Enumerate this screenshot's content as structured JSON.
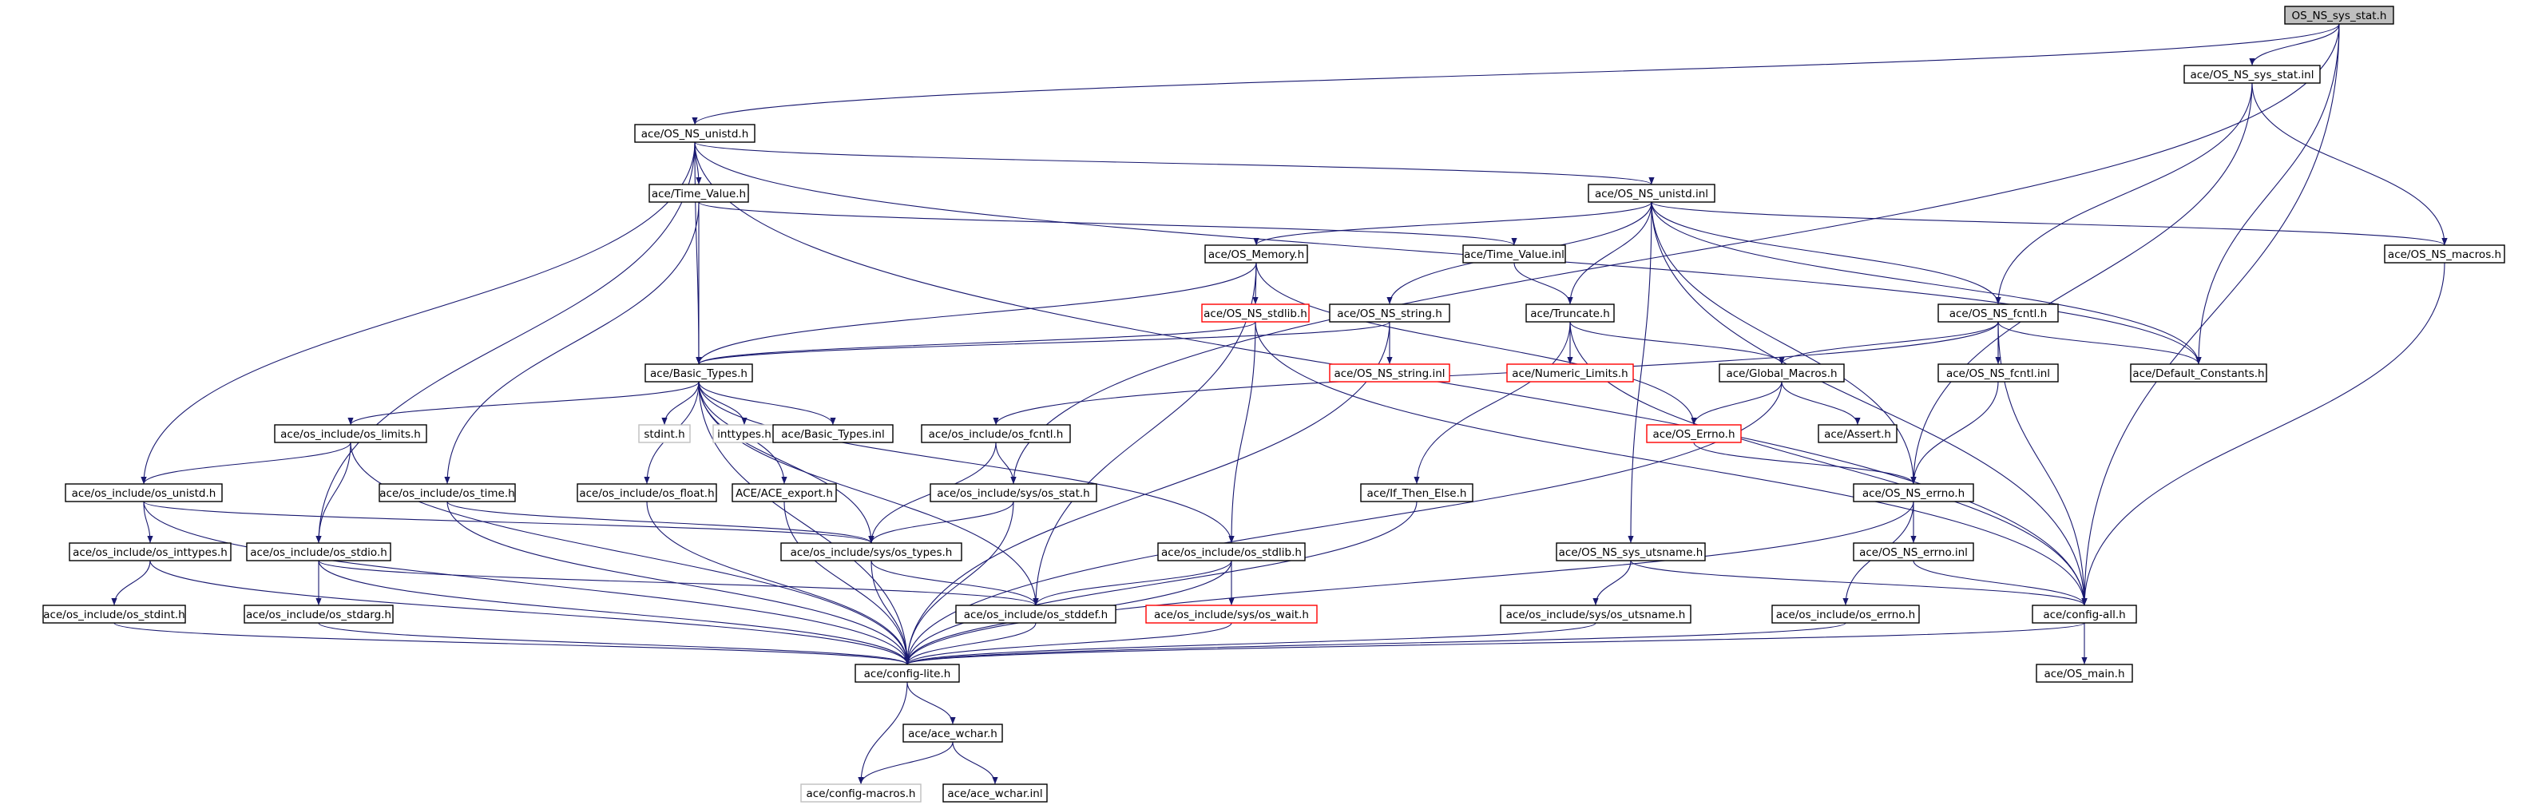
{
  "diagram": {
    "colors": {
      "edge": "#191970",
      "node_border": "#000000",
      "node_fill": "#ffffff",
      "root_fill": "#bfbfbf",
      "undocumented_border": "#ff0000",
      "external_border": "#bfbfbf",
      "text": "#000000"
    },
    "nodes": [
      {
        "id": "root",
        "label": "OS_NS_sys_stat.h",
        "kind": "root"
      },
      {
        "id": "sys_stat_inl",
        "label": "ace/OS_NS_sys_stat.inl",
        "kind": "normal"
      },
      {
        "id": "unistd_h",
        "label": "ace/OS_NS_unistd.h",
        "kind": "normal"
      },
      {
        "id": "unistd_inl",
        "label": "ace/OS_NS_unistd.inl",
        "kind": "normal"
      },
      {
        "id": "time_value_h",
        "label": "ace/Time_Value.h",
        "kind": "normal"
      },
      {
        "id": "os_memory",
        "label": "ace/OS_Memory.h",
        "kind": "normal"
      },
      {
        "id": "time_value_inl",
        "label": "ace/Time_Value.inl",
        "kind": "normal"
      },
      {
        "id": "ns_macros",
        "label": "ace/OS_NS_macros.h",
        "kind": "normal"
      },
      {
        "id": "ns_stdlib",
        "label": "ace/OS_NS_stdlib.h",
        "kind": "undocumented"
      },
      {
        "id": "ns_string",
        "label": "ace/OS_NS_string.h",
        "kind": "normal"
      },
      {
        "id": "truncate",
        "label": "ace/Truncate.h",
        "kind": "normal"
      },
      {
        "id": "ns_fcntl",
        "label": "ace/OS_NS_fcntl.h",
        "kind": "normal"
      },
      {
        "id": "basic_types",
        "label": "ace/Basic_Types.h",
        "kind": "normal"
      },
      {
        "id": "ns_string_inl",
        "label": "ace/OS_NS_string.inl",
        "kind": "undocumented"
      },
      {
        "id": "numeric_limits",
        "label": "ace/Numeric_Limits.h",
        "kind": "undocumented"
      },
      {
        "id": "global_macros",
        "label": "ace/Global_Macros.h",
        "kind": "normal"
      },
      {
        "id": "ns_fcntl_inl",
        "label": "ace/OS_NS_fcntl.inl",
        "kind": "normal"
      },
      {
        "id": "default_constants",
        "label": "ace/Default_Constants.h",
        "kind": "normal"
      },
      {
        "id": "os_limits",
        "label": "ace/os_include/os_limits.h",
        "kind": "normal"
      },
      {
        "id": "stdint",
        "label": "stdint.h",
        "kind": "external"
      },
      {
        "id": "inttypes",
        "label": "inttypes.h",
        "kind": "external"
      },
      {
        "id": "basic_types_inl",
        "label": "ace/Basic_Types.inl",
        "kind": "normal"
      },
      {
        "id": "os_fcntl",
        "label": "ace/os_include/os_fcntl.h",
        "kind": "normal"
      },
      {
        "id": "os_errno_h",
        "label": "ace/OS_Errno.h",
        "kind": "undocumented"
      },
      {
        "id": "assert_h",
        "label": "ace/Assert.h",
        "kind": "normal"
      },
      {
        "id": "os_unistd",
        "label": "ace/os_include/os_unistd.h",
        "kind": "normal"
      },
      {
        "id": "os_time",
        "label": "ace/os_include/os_time.h",
        "kind": "normal"
      },
      {
        "id": "os_float",
        "label": "ace/os_include/os_float.h",
        "kind": "normal"
      },
      {
        "id": "ace_export",
        "label": "ACE/ACE_export.h",
        "kind": "normal"
      },
      {
        "id": "sys_os_stat",
        "label": "ace/os_include/sys/os_stat.h",
        "kind": "normal"
      },
      {
        "id": "if_then_else",
        "label": "ace/If_Then_Else.h",
        "kind": "normal"
      },
      {
        "id": "ns_errno_h",
        "label": "ace/OS_NS_errno.h",
        "kind": "normal"
      },
      {
        "id": "os_inttypes",
        "label": "ace/os_include/os_inttypes.h",
        "kind": "normal"
      },
      {
        "id": "os_stdio",
        "label": "ace/os_include/os_stdio.h",
        "kind": "normal"
      },
      {
        "id": "sys_os_types",
        "label": "ace/os_include/sys/os_types.h",
        "kind": "normal"
      },
      {
        "id": "os_stdlib",
        "label": "ace/os_include/os_stdlib.h",
        "kind": "normal"
      },
      {
        "id": "ns_sys_utsname",
        "label": "ace/OS_NS_sys_utsname.h",
        "kind": "normal"
      },
      {
        "id": "ns_errno_inl",
        "label": "ace/OS_NS_errno.inl",
        "kind": "normal"
      },
      {
        "id": "os_stdint",
        "label": "ace/os_include/os_stdint.h",
        "kind": "normal"
      },
      {
        "id": "os_stdarg",
        "label": "ace/os_include/os_stdarg.h",
        "kind": "normal"
      },
      {
        "id": "os_stddef",
        "label": "ace/os_include/os_stddef.h",
        "kind": "normal"
      },
      {
        "id": "sys_os_wait",
        "label": "ace/os_include/sys/os_wait.h",
        "kind": "undocumented"
      },
      {
        "id": "sys_os_utsname",
        "label": "ace/os_include/sys/os_utsname.h",
        "kind": "normal"
      },
      {
        "id": "os_errno_inc",
        "label": "ace/os_include/os_errno.h",
        "kind": "normal"
      },
      {
        "id": "config_all",
        "label": "ace/config-all.h",
        "kind": "normal"
      },
      {
        "id": "config_lite",
        "label": "ace/config-lite.h",
        "kind": "normal"
      },
      {
        "id": "os_main",
        "label": "ace/OS_main.h",
        "kind": "normal"
      },
      {
        "id": "ace_wchar_h",
        "label": "ace/ace_wchar.h",
        "kind": "normal"
      },
      {
        "id": "config_macros",
        "label": "ace/config-macros.h",
        "kind": "external"
      },
      {
        "id": "ace_wchar_inl",
        "label": "ace/ace_wchar.inl",
        "kind": "normal"
      }
    ],
    "edges": [
      [
        "root",
        "sys_stat_inl"
      ],
      [
        "root",
        "unistd_h"
      ],
      [
        "root",
        "sys_os_stat"
      ],
      [
        "root",
        "default_constants"
      ],
      [
        "root",
        "config_all"
      ],
      [
        "sys_stat_inl",
        "ns_fcntl"
      ],
      [
        "sys_stat_inl",
        "ns_errno_h"
      ],
      [
        "sys_stat_inl",
        "ns_macros"
      ],
      [
        "unistd_h",
        "unistd_inl"
      ],
      [
        "unistd_h",
        "time_value_h"
      ],
      [
        "unistd_h",
        "basic_types"
      ],
      [
        "unistd_h",
        "os_unistd"
      ],
      [
        "unistd_h",
        "os_stdio"
      ],
      [
        "unistd_h",
        "default_constants"
      ],
      [
        "unistd_h",
        "config_all"
      ],
      [
        "unistd_inl",
        "os_memory"
      ],
      [
        "unistd_inl",
        "ns_string"
      ],
      [
        "unistd_inl",
        "truncate"
      ],
      [
        "unistd_inl",
        "ns_fcntl"
      ],
      [
        "unistd_inl",
        "ns_macros"
      ],
      [
        "unistd_inl",
        "default_constants"
      ],
      [
        "unistd_inl",
        "ns_errno_h"
      ],
      [
        "unistd_inl",
        "ns_sys_utsname"
      ],
      [
        "unistd_inl",
        "config_all"
      ],
      [
        "time_value_h",
        "basic_types"
      ],
      [
        "time_value_h",
        "time_value_inl"
      ],
      [
        "time_value_h",
        "os_time"
      ],
      [
        "os_memory",
        "ns_stdlib"
      ],
      [
        "os_memory",
        "basic_types"
      ],
      [
        "os_memory",
        "os_errno_h"
      ],
      [
        "os_memory",
        "os_stddef"
      ],
      [
        "time_value_inl",
        "truncate"
      ],
      [
        "ns_macros",
        "config_all"
      ],
      [
        "ns_stdlib",
        "basic_types"
      ],
      [
        "ns_stdlib",
        "os_stdlib"
      ],
      [
        "ns_stdlib",
        "config_all"
      ],
      [
        "ns_string",
        "ns_string_inl"
      ],
      [
        "ns_string",
        "basic_types"
      ],
      [
        "ns_string",
        "config_lite"
      ],
      [
        "truncate",
        "numeric_limits"
      ],
      [
        "truncate",
        "global_macros"
      ],
      [
        "truncate",
        "if_then_else"
      ],
      [
        "truncate",
        "config_all"
      ],
      [
        "ns_fcntl",
        "ns_fcntl_inl"
      ],
      [
        "ns_fcntl",
        "global_macros"
      ],
      [
        "ns_fcntl",
        "default_constants"
      ],
      [
        "ns_fcntl",
        "os_fcntl"
      ],
      [
        "ns_fcntl",
        "config_all"
      ],
      [
        "basic_types",
        "os_limits"
      ],
      [
        "basic_types",
        "stdint"
      ],
      [
        "basic_types",
        "inttypes"
      ],
      [
        "basic_types",
        "basic_types_inl"
      ],
      [
        "basic_types",
        "os_float"
      ],
      [
        "basic_types",
        "ace_export"
      ],
      [
        "basic_types",
        "sys_os_types"
      ],
      [
        "basic_types",
        "os_stdlib"
      ],
      [
        "basic_types",
        "os_stddef"
      ],
      [
        "basic_types",
        "config_lite"
      ],
      [
        "global_macros",
        "os_errno_h"
      ],
      [
        "global_macros",
        "assert_h"
      ],
      [
        "global_macros",
        "config_lite"
      ],
      [
        "ns_fcntl_inl",
        "ns_errno_h"
      ],
      [
        "os_limits",
        "os_unistd"
      ],
      [
        "os_limits",
        "os_stdio"
      ],
      [
        "os_limits",
        "config_lite"
      ],
      [
        "os_fcntl",
        "sys_os_stat"
      ],
      [
        "os_fcntl",
        "sys_os_types"
      ],
      [
        "os_errno_h",
        "ns_errno_h"
      ],
      [
        "os_unistd",
        "os_inttypes"
      ],
      [
        "os_unistd",
        "sys_os_types"
      ],
      [
        "os_unistd",
        "config_lite"
      ],
      [
        "os_time",
        "sys_os_types"
      ],
      [
        "os_time",
        "config_lite"
      ],
      [
        "os_float",
        "config_lite"
      ],
      [
        "ace_export",
        "config_lite"
      ],
      [
        "sys_os_stat",
        "sys_os_types"
      ],
      [
        "sys_os_stat",
        "config_lite"
      ],
      [
        "if_then_else",
        "config_lite"
      ],
      [
        "ns_errno_h",
        "ns_errno_inl"
      ],
      [
        "ns_errno_h",
        "os_errno_inc"
      ],
      [
        "ns_errno_h",
        "config_lite"
      ],
      [
        "os_inttypes",
        "os_stdint"
      ],
      [
        "os_inttypes",
        "config_lite"
      ],
      [
        "os_stdio",
        "os_stdarg"
      ],
      [
        "os_stdio",
        "os_stddef"
      ],
      [
        "os_stdio",
        "config_lite"
      ],
      [
        "sys_os_types",
        "os_stddef"
      ],
      [
        "sys_os_types",
        "config_lite"
      ],
      [
        "os_stdlib",
        "os_stddef"
      ],
      [
        "os_stdlib",
        "sys_os_wait"
      ],
      [
        "os_stdlib",
        "config_lite"
      ],
      [
        "ns_sys_utsname",
        "sys_os_utsname"
      ],
      [
        "ns_sys_utsname",
        "config_all"
      ],
      [
        "ns_errno_inl",
        "config_all"
      ],
      [
        "os_stdint",
        "config_lite"
      ],
      [
        "os_stdarg",
        "config_lite"
      ],
      [
        "os_stddef",
        "config_lite"
      ],
      [
        "sys_os_wait",
        "config_lite"
      ],
      [
        "sys_os_utsname",
        "config_lite"
      ],
      [
        "os_errno_inc",
        "config_lite"
      ],
      [
        "config_all",
        "config_lite"
      ],
      [
        "config_all",
        "os_main"
      ],
      [
        "config_lite",
        "ace_wchar_h"
      ],
      [
        "config_lite",
        "config_macros"
      ],
      [
        "ace_wchar_h",
        "config_macros"
      ],
      [
        "ace_wchar_h",
        "ace_wchar_inl"
      ]
    ]
  }
}
